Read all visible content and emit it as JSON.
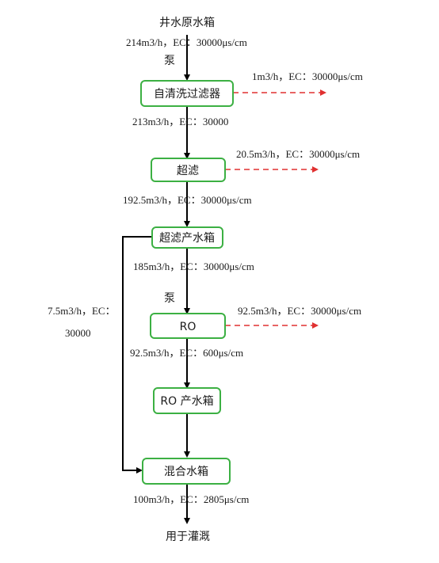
{
  "source_label": "井水原水箱",
  "nodes": {
    "filter": "自清洗过滤器",
    "uf": "超滤",
    "uf_tank": "超滤产水箱",
    "ro": "RO",
    "ro_tank": "RO 产水箱",
    "mix_tank": "混合水箱"
  },
  "sink_label": "用于灌溉",
  "pump_label_1": "泵",
  "pump_label_2": "泵",
  "flows": {
    "source_to_filter": "214m3/h，EC：30000μs/cm",
    "filter_to_uf": "213m3/h，EC：30000",
    "uf_to_tank": "192.5m3/h，EC：30000μs/cm",
    "tank_to_ro": "185m3/h，EC：30000μs/cm",
    "ro_to_tank": "92.5m3/h，EC：600μs/cm",
    "mix_out": "100m3/h，EC：2805μs/cm"
  },
  "rejects": {
    "filter": "1m3/h，EC：30000μs/cm",
    "uf": "20.5m3/h，EC：30000μs/cm",
    "ro": "92.5m3/h，EC：30000μs/cm"
  },
  "bypass": {
    "line1": "7.5m3/h，EC：",
    "line2": "30000"
  },
  "colors": {
    "box_border": "#3cb043",
    "main_line": "#000000",
    "reject_line": "#e03030"
  }
}
